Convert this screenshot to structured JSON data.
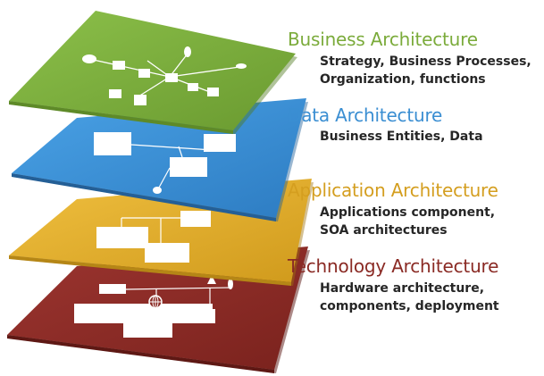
{
  "layers": [
    {
      "title": "Business Architecture",
      "desc": [
        "Strategy, Business Processes,",
        "Organization, functions"
      ],
      "color": "#7bab3b"
    },
    {
      "title": "Data Architecture",
      "desc": [
        "Business Entities, Data"
      ],
      "color": "#3a8ed2"
    },
    {
      "title": "Application Architecture",
      "desc": [
        "Applications component,",
        "SOA architectures"
      ],
      "color": "#e0ad28"
    },
    {
      "title": "Technology Architecture",
      "desc": [
        "Hardware architecture,",
        "components, deployment"
      ],
      "color": "#8a2a24"
    }
  ],
  "icons": [
    "globe-icon"
  ]
}
